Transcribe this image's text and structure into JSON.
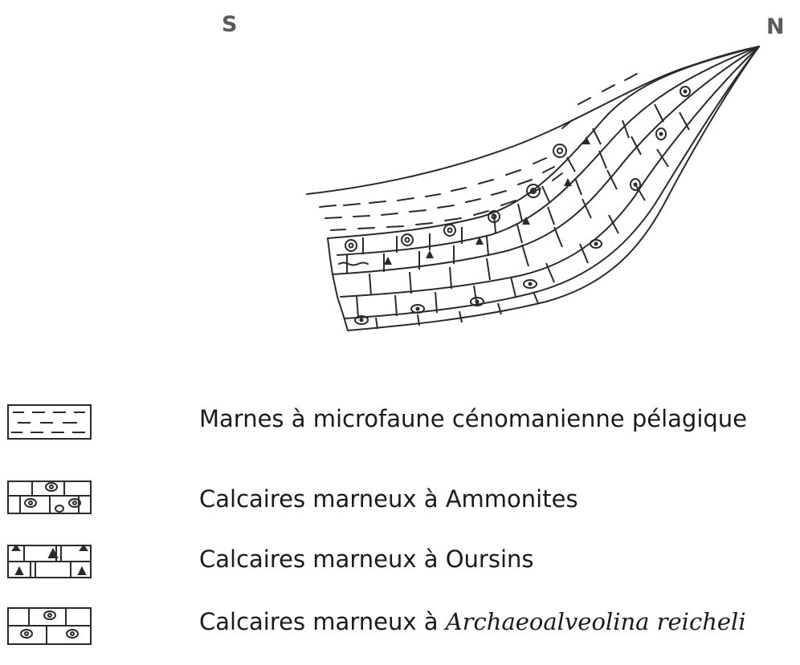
{
  "compass": {
    "south": "S",
    "north": "N"
  },
  "legend": {
    "items": [
      {
        "label": "Marnes à microfaune cénomanienne pélagique",
        "symbol": "marls-dashes-icon"
      },
      {
        "label": "Calcaires marneux à Ammonites",
        "symbol": "ammonite-limestone-icon"
      },
      {
        "label": "Calcaires marneux à Oursins",
        "symbol": "urchin-limestone-icon"
      },
      {
        "label_prefix": "Calcaires marneux à",
        "label_taxon": "Archaeoalveolina reicheli",
        "symbol": "foraminifera-limestone-icon"
      }
    ]
  },
  "colors": {
    "ink": "#2a2a2a",
    "text": "#1a1a1a",
    "compass": "#5a5a5a"
  }
}
